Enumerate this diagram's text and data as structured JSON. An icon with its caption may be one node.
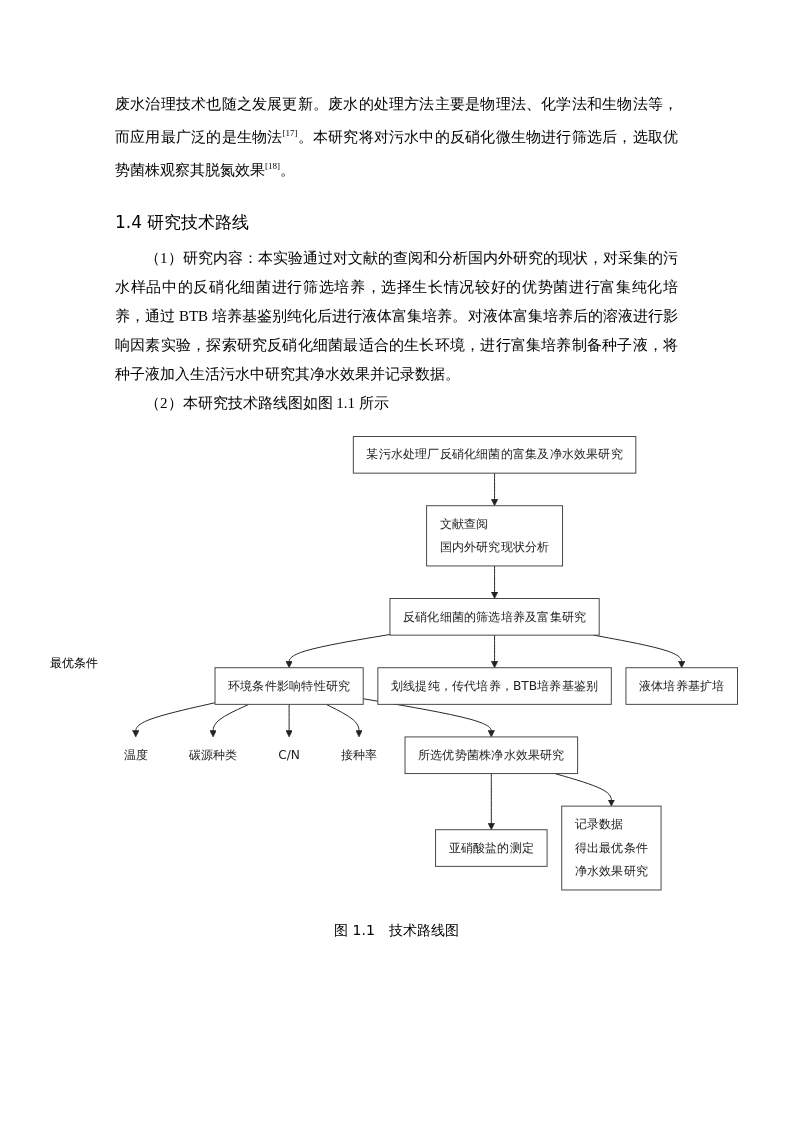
{
  "diagram": {
    "title": "1.4 研究技术路线",
    "caption": "图 1.1　技术路线图",
    "nodes": [
      {
        "text": [
          "某污水处理厂反硝化细菌的富集及净水效果研究"
        ]
      },
      {
        "text": [
          "文献查阅",
          "国内外研究现状分析"
        ]
      },
      {
        "text": [
          "反硝化细菌的筛选培养及富集研究"
        ]
      },
      {
        "text": [
          "划线提纯，传代培养，BTB培养基鉴别"
        ]
      },
      {
        "text": [
          "液体培养基扩培"
        ]
      },
      {
        "text": [
          "环境条件影响特性研究"
        ]
      },
      {
        "text": [
          "温度"
        ]
      },
      {
        "text": [
          "碳源种类"
        ]
      },
      {
        "text": [
          "C/N"
        ]
      },
      {
        "text": [
          "接种率"
        ]
      },
      {
        "text": [
          "所选优势菌株净水效果研究"
        ]
      },
      {
        "text": [
          "亚硝酸盐的测定"
        ]
      },
      {
        "text": [
          "记录数据",
          "得出最优条件",
          "净水效果研究"
        ]
      }
    ],
    "edges": [
      {
        "from": 0,
        "to": 1,
        "arrow": "to"
      },
      {
        "from": 1,
        "to": 2,
        "arrow": "to"
      },
      {
        "from": 2,
        "to": 3,
        "arrow": "to"
      },
      {
        "from": 2,
        "to": 4,
        "arrow": "to"
      },
      {
        "from": 2,
        "to": 5,
        "arrow": "to"
      },
      {
        "from": 5,
        "to": 6,
        "arrow": "to"
      },
      {
        "from": 5,
        "to": 7,
        "arrow": "to"
      },
      {
        "from": 5,
        "to": 8,
        "arrow": "to"
      },
      {
        "from": 5,
        "to": 9,
        "arrow": "to"
      },
      {
        "from": 5,
        "to": 10,
        "arrow": "to"
      },
      {
        "from": 10,
        "to": 11,
        "arrow": "to"
      },
      {
        "from": 10,
        "to": 12,
        "arrow": "to"
      }
    ],
    "labels": [
      "废水治理技术也随之发展更新。废水的处理方法主要是物理法、化学法和生物法等，而应用最广泛的是生物法$^{[17]}$。本研究将对污水中的反硝化微生物进行筛选后，选取优势菌株观察其脱氮效果$^{[18]}$。",
      "（1）研究内容：本实验通过对文献的查阅和分析国内外研究的现状，对采集的污水样品中的反硝化细菌进行筛选培养，选择生长情况较好的优势菌进行富集纯化培养，通过 BTB 培养基鉴别纯化后进行液体富集培养。对液体富集培养后的溶液进行影响因素实验，探索研究反硝化细菌最适合的生长环境，进行富集培养制备种子液，将种子液加入生活污水中研究其净水效果并记录数据。",
      "（2）本研究技术路线图如图 1.1 所示",
      "最优条件"
    ]
  }
}
